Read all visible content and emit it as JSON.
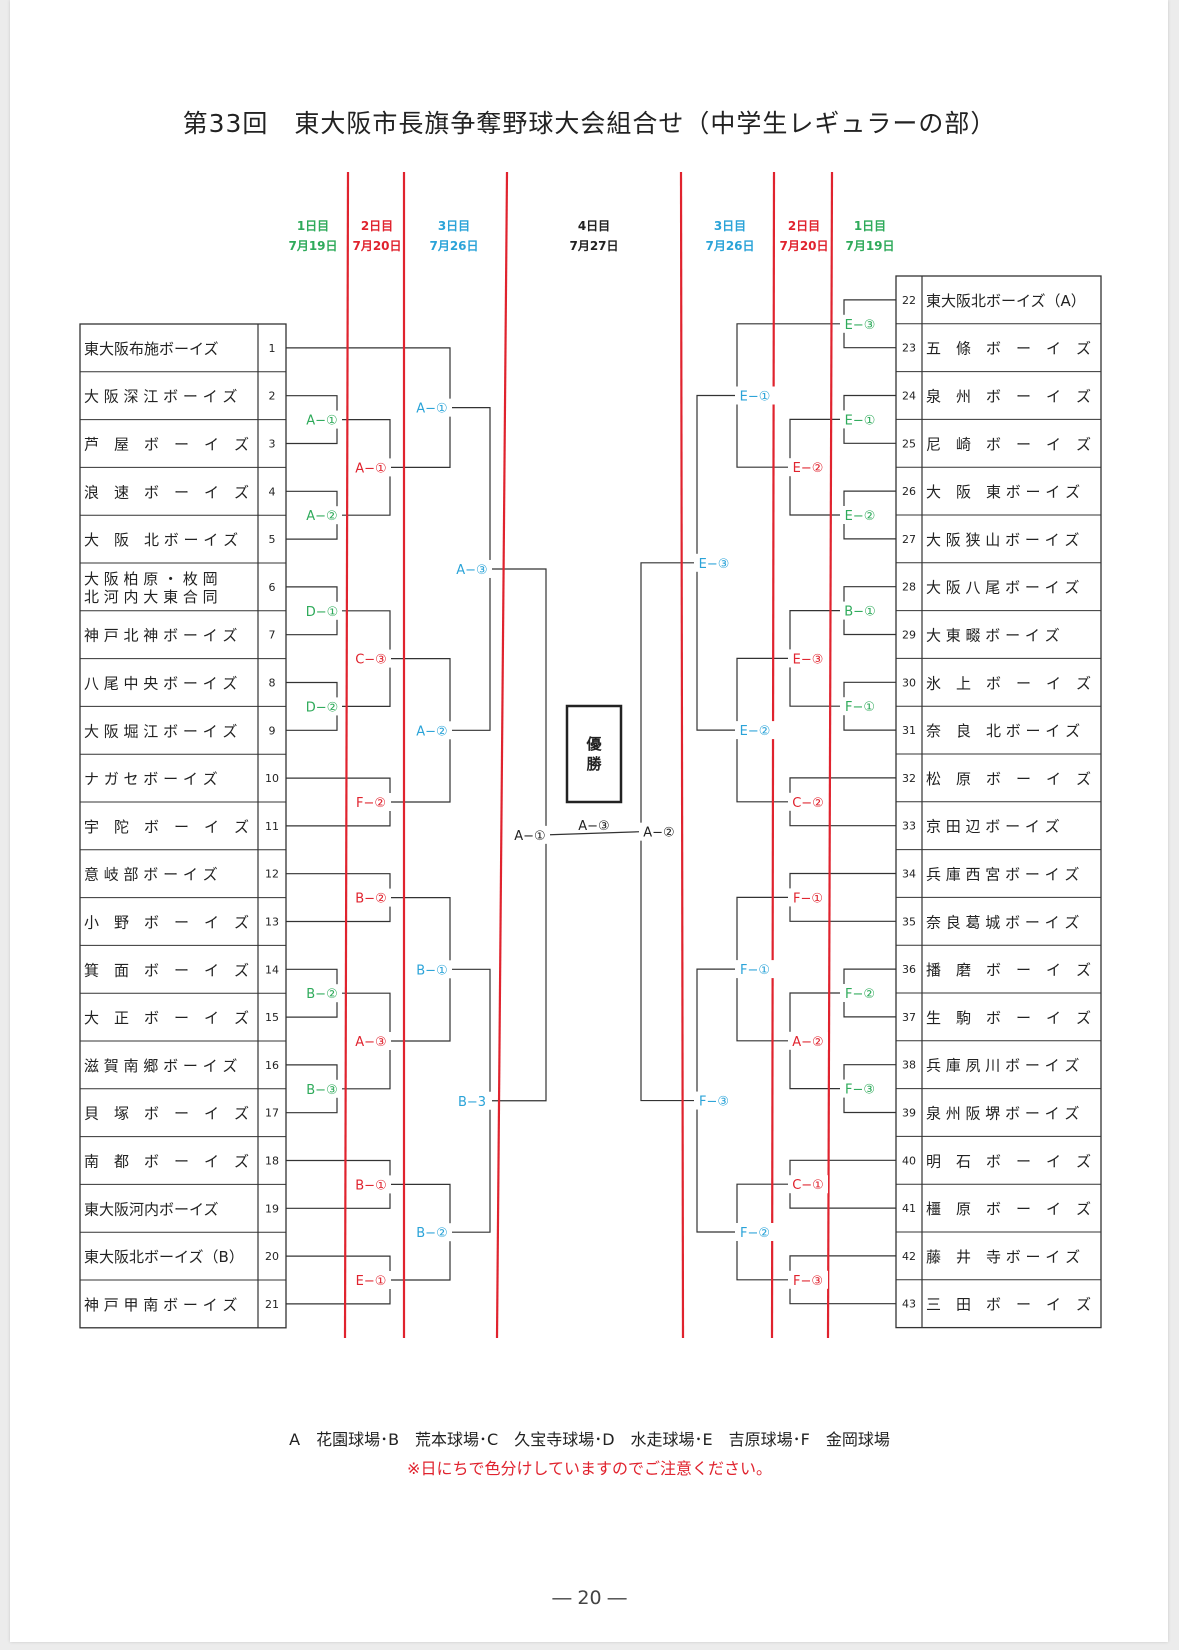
{
  "title": "第33回　東大阪市長旗争奪野球大会組合せ（中学生レギュラーの部）",
  "colors": {
    "day1": "#2eaa5a",
    "day2": "#e0232e",
    "day3": "#2aa3d8",
    "day4": "#222222"
  },
  "rounds_left": [
    {
      "day": "1日目",
      "date": "7月19日",
      "color": "day1"
    },
    {
      "day": "2日目",
      "date": "7月20日",
      "color": "day2"
    },
    {
      "day": "3日目",
      "date": "7月26日",
      "color": "day3"
    }
  ],
  "final_round": {
    "day": "4日目",
    "date": "7月27日"
  },
  "rounds_right": [
    {
      "day": "3日目",
      "date": "7月26日",
      "color": "day3"
    },
    {
      "day": "2日目",
      "date": "7月20日",
      "color": "day2"
    },
    {
      "day": "1日目",
      "date": "7月19日",
      "color": "day1"
    }
  ],
  "teams_left": [
    {
      "no": "1",
      "name": "東大阪布施ボーイズ"
    },
    {
      "no": "2",
      "name": "大 阪 深 江 ボ ー イ ズ"
    },
    {
      "no": "3",
      "name": "芦　屋　ボ　ー　イ　ズ"
    },
    {
      "no": "4",
      "name": "浪　速　ボ　ー　イ　ズ"
    },
    {
      "no": "5",
      "name": "大　阪　北 ボ ー イ ズ"
    },
    {
      "no": "6",
      "name": "大 阪 柏 原 ・ 枚 岡",
      "name2": "北 河 内 大 東 合 同"
    },
    {
      "no": "7",
      "name": "神 戸 北 神 ボ ー イ ズ"
    },
    {
      "no": "8",
      "name": "八 尾 中 央 ボ ー イ ズ"
    },
    {
      "no": "9",
      "name": "大 阪 堀 江 ボ ー イ ズ"
    },
    {
      "no": "10",
      "name": "ナ ガ セ ボ ー イ ズ"
    },
    {
      "no": "11",
      "name": "宇　陀　ボ　ー　イ　ズ"
    },
    {
      "no": "12",
      "name": "意 岐 部 ボ ー イ ズ"
    },
    {
      "no": "13",
      "name": "小　野　ボ　ー　イ　ズ"
    },
    {
      "no": "14",
      "name": "箕　面　ボ　ー　イ　ズ"
    },
    {
      "no": "15",
      "name": "大　正　ボ　ー　イ　ズ"
    },
    {
      "no": "16",
      "name": "滋 賀 南 郷 ボ ー イ ズ"
    },
    {
      "no": "17",
      "name": "貝　塚　ボ　ー　イ　ズ"
    },
    {
      "no": "18",
      "name": "南　都　ボ　ー　イ　ズ"
    },
    {
      "no": "19",
      "name": "東大阪河内ボーイズ"
    },
    {
      "no": "20",
      "name": "東大阪北ボーイズ（B）"
    },
    {
      "no": "21",
      "name": "神 戸 甲 南 ボ ー イ ズ"
    }
  ],
  "teams_right": [
    {
      "no": "22",
      "name": "東大阪北ボーイズ（A）"
    },
    {
      "no": "23",
      "name": "五　條　ボ　ー　イ　ズ"
    },
    {
      "no": "24",
      "name": "泉　州　ボ　ー　イ　ズ"
    },
    {
      "no": "25",
      "name": "尼　崎　ボ　ー　イ　ズ"
    },
    {
      "no": "26",
      "name": "大　阪　東 ボ ー イ ズ"
    },
    {
      "no": "27",
      "name": "大 阪 狭 山 ボ ー イ ズ"
    },
    {
      "no": "28",
      "name": "大 阪 八 尾 ボ ー イ ズ"
    },
    {
      "no": "29",
      "name": "大 東 畷 ボ ー イ ズ"
    },
    {
      "no": "30",
      "name": "氷　上　ボ　ー　イ　ズ"
    },
    {
      "no": "31",
      "name": "奈　良　北 ボ ー イ ズ"
    },
    {
      "no": "32",
      "name": "松　原　ボ　ー　イ　ズ"
    },
    {
      "no": "33",
      "name": "京 田 辺 ボ ー イ ズ"
    },
    {
      "no": "34",
      "name": "兵 庫 西 宮 ボ ー イ ズ"
    },
    {
      "no": "35",
      "name": "奈 良 葛 城 ボ ー イ ズ"
    },
    {
      "no": "36",
      "name": "播　磨　ボ　ー　イ　ズ"
    },
    {
      "no": "37",
      "name": "生　駒　ボ　ー　イ　ズ"
    },
    {
      "no": "38",
      "name": "兵 庫 夙 川 ボ ー イ ズ"
    },
    {
      "no": "39",
      "name": "泉 州 阪 堺 ボ ー イ ズ"
    },
    {
      "no": "40",
      "name": "明　石　ボ　ー　イ　ズ"
    },
    {
      "no": "41",
      "name": "橿　原　ボ　ー　イ　ズ"
    },
    {
      "no": "42",
      "name": "藤　井　寺 ボ ー イ ズ"
    },
    {
      "no": "43",
      "name": "三　田　ボ　ー　イ　ズ"
    }
  ],
  "champion_label": "優勝",
  "final_label": "A−③",
  "match_labels": {
    "L1": [
      "A−①",
      "A−②",
      "D−①",
      "D−②",
      "B−②",
      "B−③"
    ],
    "L2": [
      "A−①",
      "C−③",
      "F−②",
      "B−②",
      "A−③",
      "B−①",
      "E−①"
    ],
    "L3": [
      "A−①",
      "A−②",
      "B−①",
      "B−②"
    ],
    "L4": [
      "A−③",
      "B−3"
    ],
    "LF": "A−①",
    "R1": [
      "E−③",
      "E−①",
      "E−②",
      "B−①",
      "F−①",
      "F−②",
      "F−③"
    ],
    "R2": [
      "E−②",
      "E−③",
      "C−②",
      "F−①",
      "A−②",
      "C−①",
      "F−③"
    ],
    "R3": [
      "E−①",
      "E−②",
      "F−①",
      "F−②"
    ],
    "R4": [
      "E−③",
      "F−③"
    ],
    "RF": "A−②"
  },
  "legend": "A　花園球場･B　荒本球場･C　久宝寺球場･D　水走球場･E　吉原球場･F　金岡球場",
  "note": "※日にちで色分けしていますのでご注意ください。",
  "page_number": "― 20 ―"
}
